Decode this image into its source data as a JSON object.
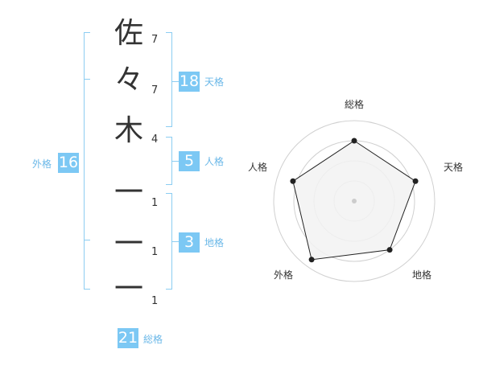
{
  "name": {
    "chars": [
      "佐",
      "々",
      "木",
      "一",
      "一",
      "一"
    ],
    "strokes": [
      "7",
      "7",
      "4",
      "1",
      "1",
      "1"
    ]
  },
  "kakusu": {
    "tenkaku": {
      "value": "18",
      "label": "天格"
    },
    "jinkaku": {
      "value": "5",
      "label": "人格"
    },
    "chikaku": {
      "value": "3",
      "label": "地格"
    },
    "gaikaku": {
      "value": "16",
      "label": "外格"
    },
    "soukaku": {
      "value": "21",
      "label": "総格"
    }
  },
  "radar": {
    "labels": {
      "top": "総格",
      "right": "天格",
      "bottom_right": "地格",
      "bottom_left": "外格",
      "left": "人格"
    },
    "values": [
      0.75,
      0.8,
      0.75,
      0.9,
      0.8
    ],
    "colors": {
      "fill": "#f2f2f2",
      "line": "#222222",
      "ring": "#d0d0d0",
      "point": "#222222"
    }
  },
  "colors": {
    "accent": "#7cc8f4",
    "bracket": "#8ccdf2",
    "label": "#6bb8e8"
  }
}
